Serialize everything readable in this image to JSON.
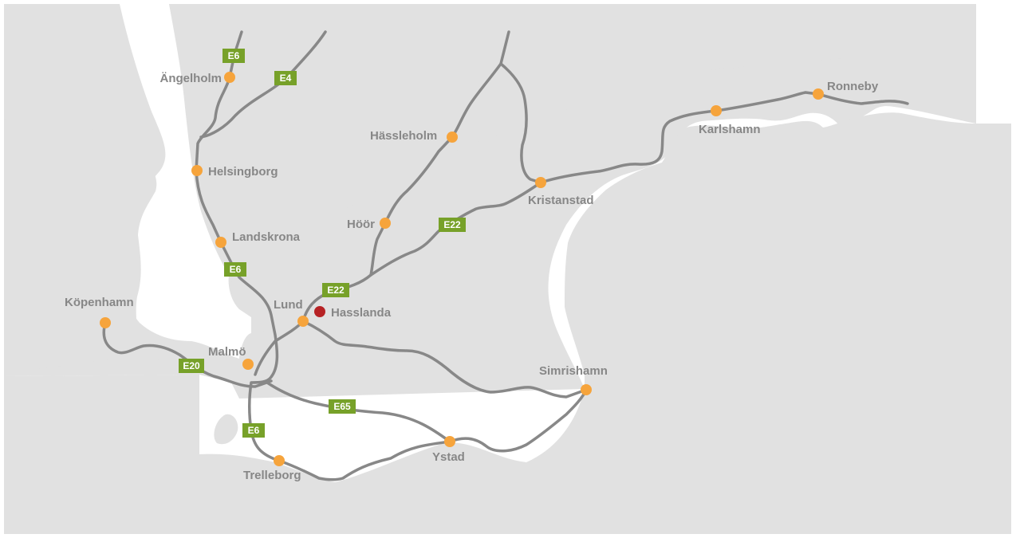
{
  "colors": {
    "land": "#e1e1e1",
    "water": "#ffffff",
    "road": "#888888",
    "city": "#f6a43c",
    "highlight": "#b62224",
    "route_shield": "#77a129",
    "label": "#878787"
  },
  "cities": [
    {
      "id": "angelholm",
      "label": "Ängelholm"
    },
    {
      "id": "helsingborg",
      "label": "Helsingborg"
    },
    {
      "id": "landskrona",
      "label": "Landskrona"
    },
    {
      "id": "kopenhamn",
      "label": "Köpenhamn"
    },
    {
      "id": "malmo",
      "label": "Malmö"
    },
    {
      "id": "lund",
      "label": "Lund"
    },
    {
      "id": "trelleborg",
      "label": "Trelleborg"
    },
    {
      "id": "ystad",
      "label": "Ystad"
    },
    {
      "id": "simrishamn",
      "label": "Simrishamn"
    },
    {
      "id": "hoor",
      "label": "Höör"
    },
    {
      "id": "hassleholm",
      "label": "Hässleholm"
    },
    {
      "id": "kristanstad",
      "label": "Kristanstad"
    },
    {
      "id": "karlshamn",
      "label": "Karlshamn"
    },
    {
      "id": "ronneby",
      "label": "Ronneby"
    }
  ],
  "highlight": {
    "id": "hasslanda",
    "label": "Hasslanda",
    "icon": "location-marker-icon"
  },
  "route_shields": [
    {
      "id": "e6-north",
      "label": "E6"
    },
    {
      "id": "e4",
      "label": "E4"
    },
    {
      "id": "e6-mid",
      "label": "E6"
    },
    {
      "id": "e22-lund",
      "label": "E22"
    },
    {
      "id": "e22-east",
      "label": "E22"
    },
    {
      "id": "e20",
      "label": "E20"
    },
    {
      "id": "e65",
      "label": "E65"
    },
    {
      "id": "e6-south",
      "label": "E6"
    }
  ]
}
